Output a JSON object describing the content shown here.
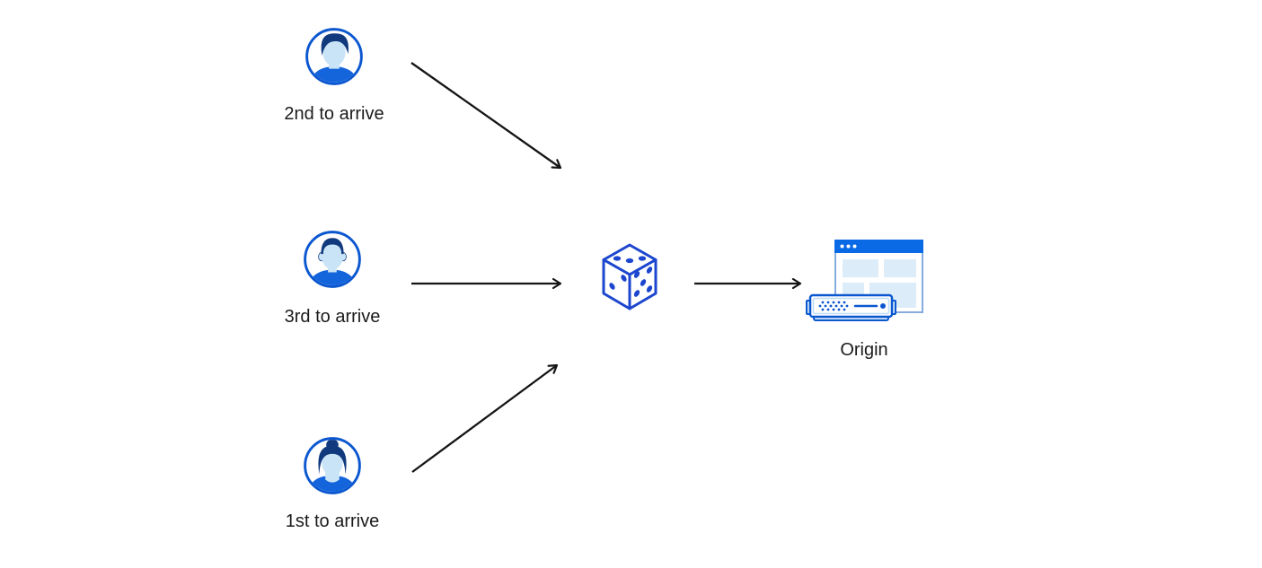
{
  "diagram": {
    "title": "requests-randomly-routed-to-origin",
    "nodes": {
      "client_top": {
        "label": "2nd to arrive",
        "icon": "user-man-avatar-icon"
      },
      "client_middle": {
        "label": "3rd to arrive",
        "icon": "user-man-short-hair-avatar-icon"
      },
      "client_bottom": {
        "label": "1st to arrive",
        "icon": "user-woman-avatar-icon"
      },
      "randomizer": {
        "icon": "dice-icon"
      },
      "origin": {
        "label": "Origin",
        "icon": "origin-browser-server-icon"
      }
    },
    "edges": [
      {
        "from": "client_top",
        "to": "randomizer"
      },
      {
        "from": "client_middle",
        "to": "randomizer"
      },
      {
        "from": "client_bottom",
        "to": "randomizer"
      },
      {
        "from": "randomizer",
        "to": "origin"
      }
    ],
    "colors": {
      "outline_blue": "#0b57d0",
      "dark_navy_hair": "#113a7e",
      "light_blue_skin": "#c9e4f6",
      "shirt_blue": "#1464dc",
      "dice_blue": "#1c46cf",
      "titlebar_blue": "#0a6ae6",
      "window_border_blue": "#85acdf",
      "panel_light_blue": "#dcecf8",
      "server_accent_blue": "#d4e9f9",
      "arrow_black": "#151515",
      "text": "#1b1b1b",
      "background": "#ffffff"
    }
  }
}
